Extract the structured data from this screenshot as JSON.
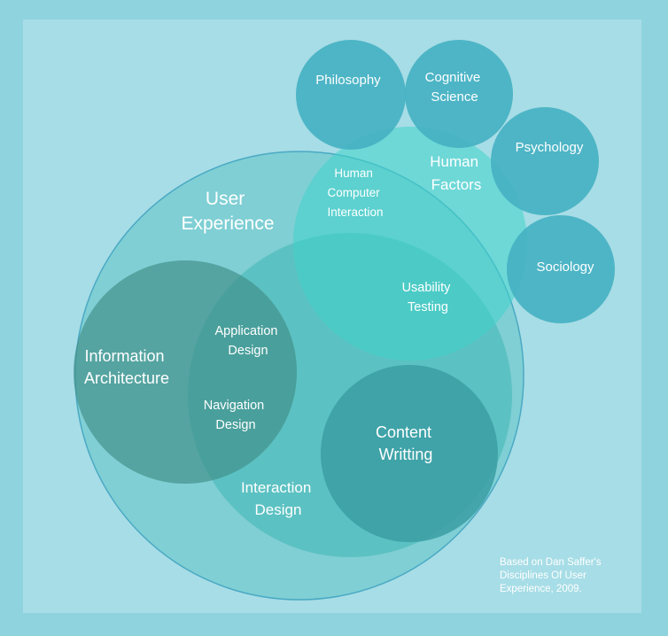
{
  "colors": {
    "background": "#8fd3df",
    "panel": "#a7dde6",
    "text": "#ffffff"
  },
  "diagram": {
    "circles": {
      "user_experience": "User Experience",
      "information_architecture": "Information Architecture",
      "interaction_design": "Interaction Design",
      "content_writing": "Content Writting",
      "human_factors": "Human Factors",
      "philosophy": "Philosophy",
      "cognitive_science": "Cognitive Science",
      "psychology": "Psychology",
      "sociology": "Sociology"
    },
    "overlaps": {
      "hci": "Human Computer Interaction",
      "usability_testing": "Usability Testing",
      "application_design": "Application Design",
      "navigation_design": "Navigation Design"
    }
  },
  "credit": "Based on Dan Saffer's\nDisciplines Of User\nExperience, 2009."
}
